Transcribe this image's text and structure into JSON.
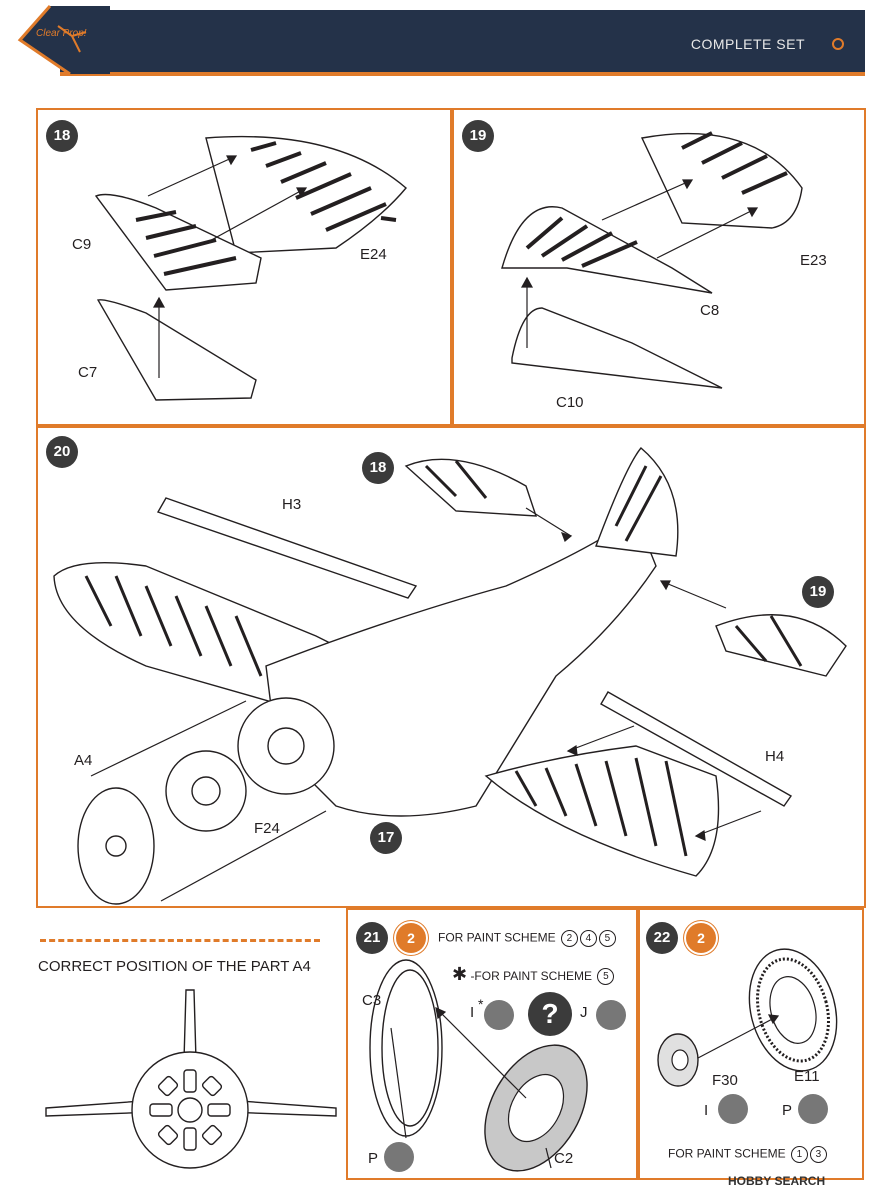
{
  "header": {
    "brand": "Clear Prop!",
    "title": "COMPLETE SET"
  },
  "steps": {
    "s18": {
      "number": "18",
      "parts": {
        "c9": "C9",
        "c7": "C7",
        "e24": "E24"
      }
    },
    "s19": {
      "number": "19",
      "parts": {
        "e23": "E23",
        "c8": "C8",
        "c10": "C10"
      }
    },
    "s20": {
      "number": "20",
      "refs": {
        "r18": "18",
        "r19": "19",
        "r17": "17"
      },
      "parts": {
        "h3": "H3",
        "h4": "H4",
        "a4": "A4",
        "f24": "F24"
      }
    },
    "correct": {
      "title": "CORRECT POSITION OF THE PART A4"
    },
    "s21": {
      "number": "21",
      "badge": "2",
      "note1": "FOR PAINT SCHEME",
      "note1_nums": [
        "2",
        "4",
        "5"
      ],
      "star": "✱",
      "note2": "-FOR PAINT SCHEME",
      "note2_num": "5",
      "parts": {
        "c3": "C3",
        "c2": "C2",
        "i": "I",
        "istar": "*",
        "j": "J",
        "p": "P",
        "q": "?"
      }
    },
    "s22": {
      "number": "22",
      "badge": "2",
      "parts": {
        "f30": "F30",
        "e11": "E11",
        "i": "I",
        "p": "P"
      },
      "note": "FOR PAINT SCHEME",
      "note_nums": [
        "1",
        "3"
      ]
    }
  },
  "watermark": "HOBBY SEARCH",
  "colors": {
    "accent": "#e07b2a",
    "navy": "#243249",
    "dark": "#3b3b3b"
  }
}
